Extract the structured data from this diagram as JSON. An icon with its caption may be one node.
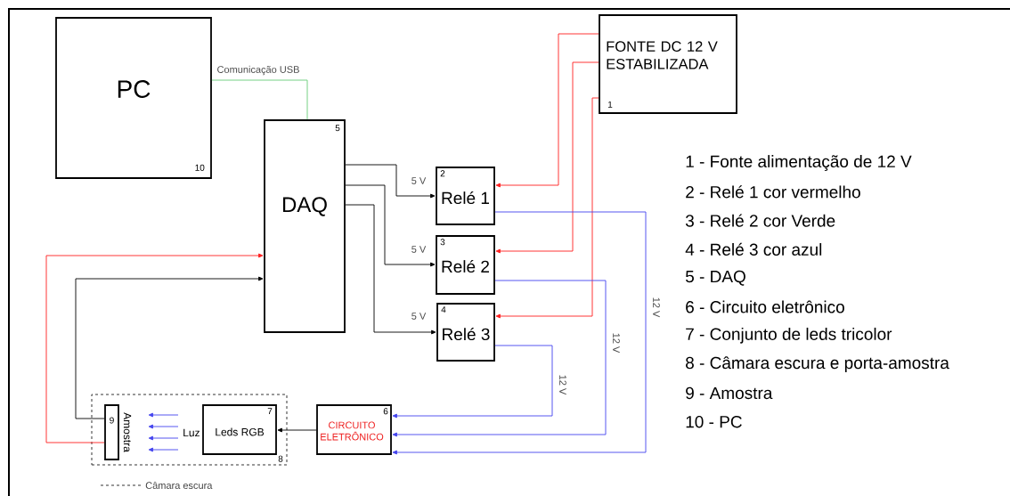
{
  "diagram": {
    "nodes": [
      {
        "text": [
          "PC",
          "10"
        ]
      },
      {
        "text": [
          "5",
          "DAQ"
        ]
      },
      {
        "text": [
          "FONTE DC 12 V ESTABILIZADA",
          "1"
        ]
      },
      {
        "text": [
          "2",
          "Relé 1"
        ]
      },
      {
        "text": [
          "3",
          "Relé 2"
        ]
      },
      {
        "text": [
          "4",
          "Relé 3"
        ]
      },
      {
        "text": [
          "8"
        ]
      },
      {
        "text": [
          "9",
          "Amostra"
        ],
        "in": 6
      },
      {
        "text": [
          "7",
          "Leds RGB"
        ],
        "in": 6
      },
      {
        "text": [
          "6",
          "CIRCUITO ELETRÔNICO"
        ]
      }
    ],
    "edges": [
      {
        "from": 0,
        "to": 1,
        "arrow": "none",
        "label": "Comunicação USB",
        "color": "#66cc77"
      },
      {
        "from": 1,
        "to": 3,
        "arrow": "to",
        "label": "5 V"
      },
      {
        "from": 1,
        "to": 4,
        "arrow": "to",
        "label": "5 V"
      },
      {
        "from": 1,
        "to": 5,
        "arrow": "to",
        "label": "5 V"
      },
      {
        "from": 2,
        "to": 3,
        "arrow": "to",
        "color": "#ff2020"
      },
      {
        "from": 2,
        "to": 4,
        "arrow": "to",
        "color": "#ff2020"
      },
      {
        "from": 2,
        "to": 5,
        "arrow": "to",
        "color": "#ff2020"
      },
      {
        "from": 3,
        "to": 9,
        "arrow": "to",
        "label": "12 V",
        "color": "#4444ee"
      },
      {
        "from": 4,
        "to": 9,
        "arrow": "to",
        "label": "12 V",
        "color": "#4444ee"
      },
      {
        "from": 5,
        "to": 9,
        "arrow": "to",
        "label": "12 V",
        "color": "#4444ee"
      },
      {
        "from": 9,
        "to": 8,
        "arrow": "to"
      },
      {
        "from": 7,
        "to": 1,
        "arrow": "to",
        "color": "#ff2020"
      },
      {
        "from": 7,
        "to": 1,
        "arrow": "to"
      }
    ],
    "labels": [
      "1 - Fonte alimentação de 12 V",
      "2 - Relé 1 cor vermelho",
      "3 - Relé 2 cor Verde",
      "4 - Relé 3 cor azul",
      "5 - DAQ",
      "6 - Circuito eletrônico",
      "7 - Conjunto de leds tricolor",
      "8 - Câmara escura e porta-amostra",
      "9 - Amostra",
      "10 - PC",
      "Luz"
    ],
    "legend": [
      {
        "text": "Câmara escura"
      }
    ]
  }
}
